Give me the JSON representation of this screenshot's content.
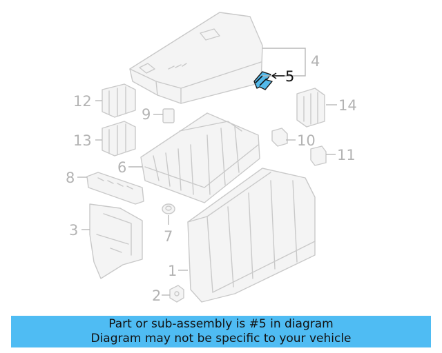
{
  "diagram": {
    "callouts": [
      "1",
      "2",
      "3",
      "4",
      "5",
      "6",
      "7",
      "8",
      "9",
      "10",
      "11",
      "12",
      "13",
      "14"
    ],
    "highlighted_callout": "5"
  },
  "banner": {
    "line1": "Part or sub-assembly is #5 in diagram",
    "line2": "Diagram may not be specific to your vehicle"
  },
  "colors": {
    "banner_bg": "#4fbcf3",
    "highlight_part": "#53b9ea",
    "ghost_parts": "#c9c9c9"
  }
}
